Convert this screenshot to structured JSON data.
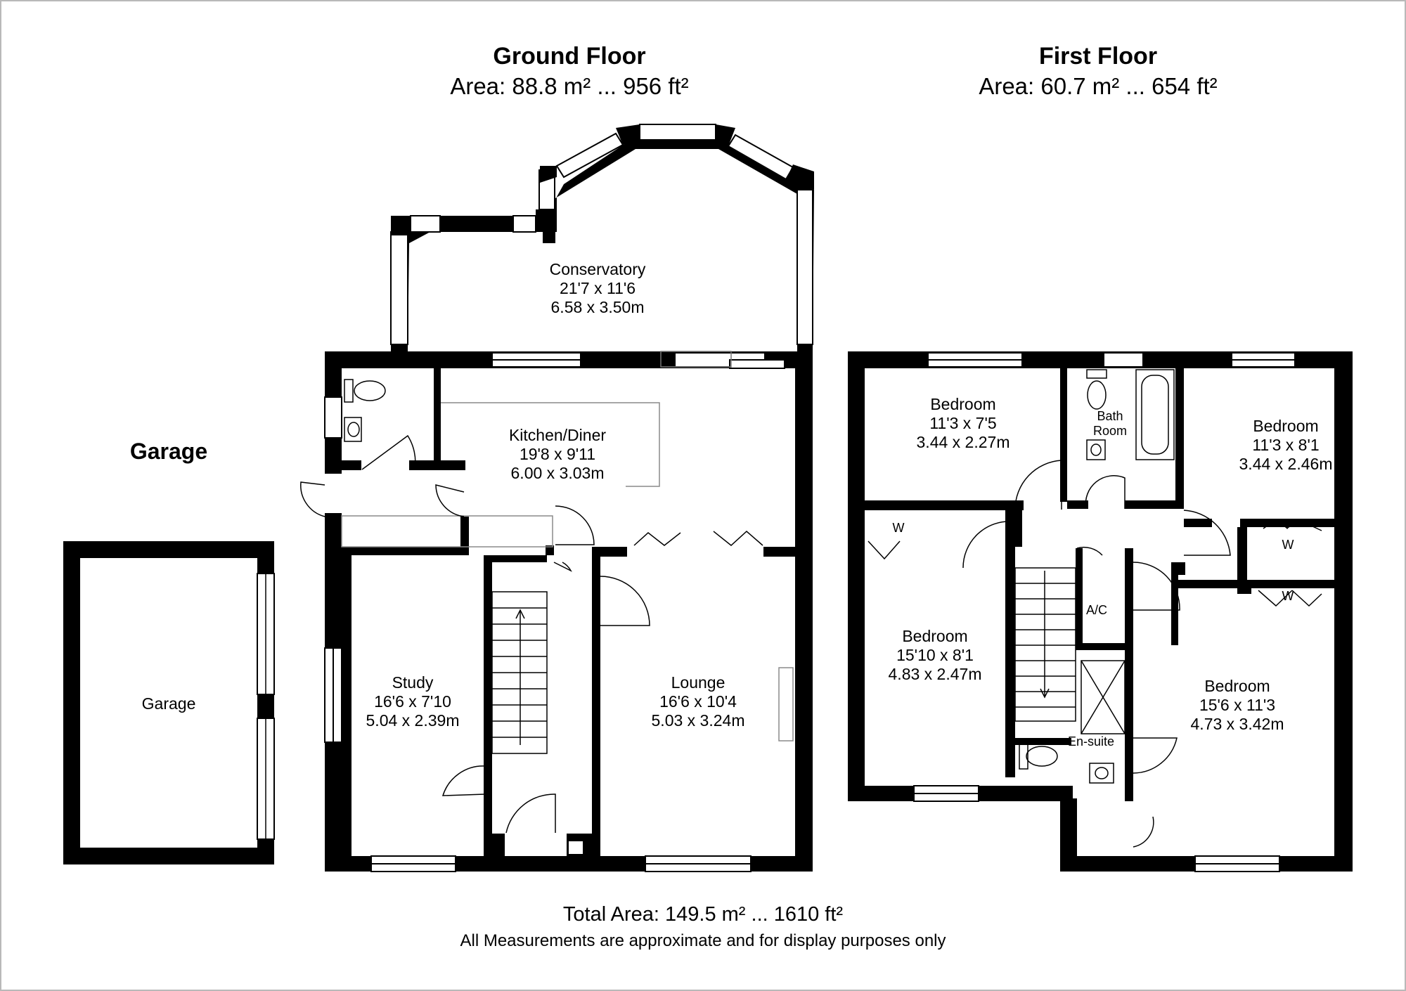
{
  "floors": [
    {
      "title": "Ground Floor",
      "area": "Area: 88.8 m² ... 956 ft²"
    },
    {
      "title": "First Floor",
      "area": "Area: 60.7 m² ... 654 ft²"
    }
  ],
  "garage_heading": "Garage",
  "rooms": {
    "garage": {
      "name": "Garage"
    },
    "conservatory": {
      "name": "Conservatory",
      "imperial": "21'7 x 11'6",
      "metric": "6.58 x 3.50m"
    },
    "kitchen": {
      "name": "Kitchen/Diner",
      "imperial": "19'8 x 9'11",
      "metric": "6.00 x 3.03m"
    },
    "study": {
      "name": "Study",
      "imperial": "16'6 x 7'10",
      "metric": "5.04 x 2.39m"
    },
    "lounge": {
      "name": "Lounge",
      "imperial": "16'6 x 10'4",
      "metric": "5.03 x 3.24m"
    },
    "bedroom_a": {
      "name": "Bedroom",
      "imperial": "11'3 x 7'5",
      "metric": "3.44 x 2.27m"
    },
    "bathroom": {
      "line1": "Bath",
      "line2": "Room"
    },
    "bedroom_b": {
      "name": "Bedroom",
      "imperial": "11'3 x 8'1",
      "metric": "3.44 x 2.46m"
    },
    "bedroom_c": {
      "name": "Bedroom",
      "imperial": "15'10 x 8'1",
      "metric": "4.83 x 2.47m"
    },
    "bedroom_d": {
      "name": "Bedroom",
      "imperial": "15'6 x 11'3",
      "metric": "4.73 x 3.42m"
    },
    "ensuite": {
      "name": "En-suite"
    },
    "airing_cupboard": {
      "name": "A/C"
    }
  },
  "wardrobe_label": "W",
  "footer": {
    "total": "Total Area: 149.5 m²  ... 1610 ft²",
    "note": "All Measurements are approximate and for display purposes only"
  }
}
